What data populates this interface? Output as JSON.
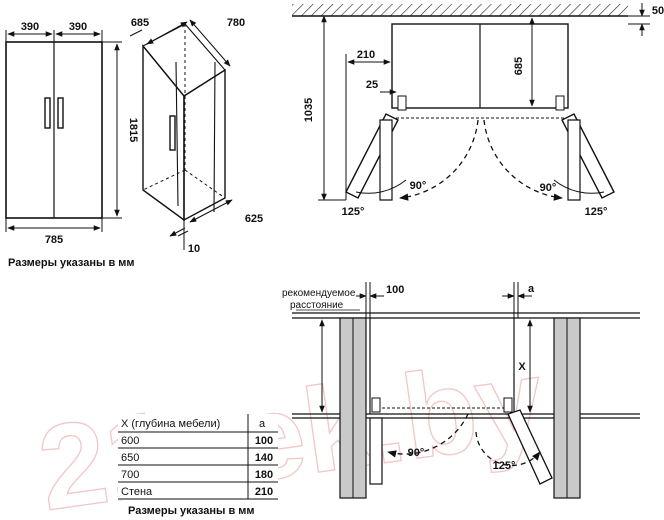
{
  "watermark": "21vek.by",
  "front": {
    "w_left": "390",
    "w_right": "390",
    "height": "1815",
    "total_width": "785"
  },
  "caption_top": "Размеры указаны в мм",
  "iso": {
    "depth_top": "685",
    "width_top": "780",
    "depth_bottom": "625",
    "gap_bottom": "10"
  },
  "plan": {
    "wall_gap": "50",
    "offset": "210",
    "door_depth": "685",
    "hinge": "25",
    "depth": "1035",
    "angle_90_left": "90°",
    "angle_90_right": "90°",
    "angle_125_left": "125°",
    "angle_125_right": "125°"
  },
  "install": {
    "label_line1": "рекомендуемое",
    "label_line2": "расстояние",
    "gap_value": "100",
    "gap_var": "a",
    "depth_var": "X",
    "angle_90": "90°",
    "angle_125": "125°"
  },
  "table": {
    "headers": [
      "X (глубина мебели)",
      "a"
    ],
    "rows": [
      [
        "600",
        "100"
      ],
      [
        "650",
        "140"
      ],
      [
        "700",
        "180"
      ],
      [
        "Стена",
        "210"
      ]
    ]
  },
  "caption_bottom": "Размеры указаны в мм"
}
